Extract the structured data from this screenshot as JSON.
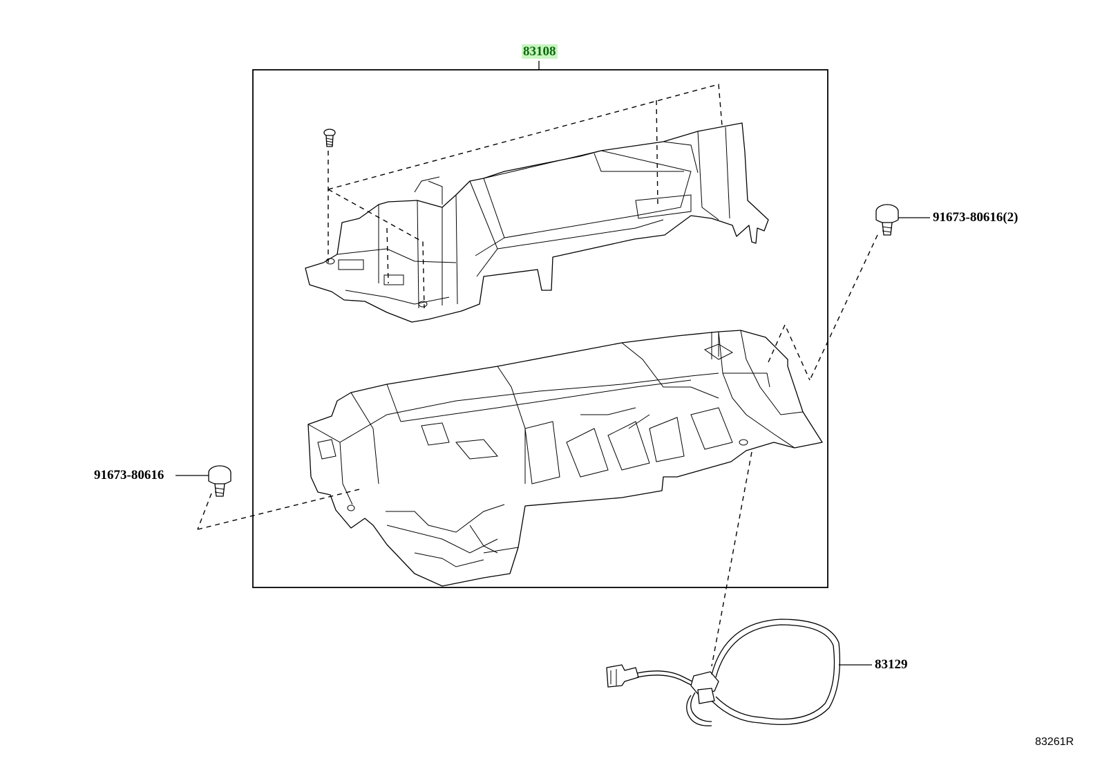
{
  "labels": {
    "assembly": "83108",
    "screw_right": "91673-80616(2)",
    "screw_left": "91673-80616",
    "wire": "83129",
    "diagram_code": "83261R"
  },
  "colors": {
    "highlight_bg": "#c8f5c0",
    "highlight_text": "#0a6a0a"
  }
}
